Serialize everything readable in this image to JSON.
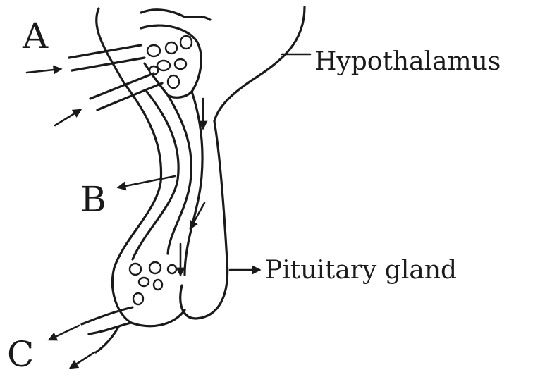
{
  "labels": {
    "A": "A",
    "B": "B",
    "C": "C",
    "hypothalamus": "Hypothalamus",
    "pituitary": "Pituitary gland"
  },
  "colors": {
    "ink": "#1a1a1a",
    "background": "#ffffff"
  }
}
